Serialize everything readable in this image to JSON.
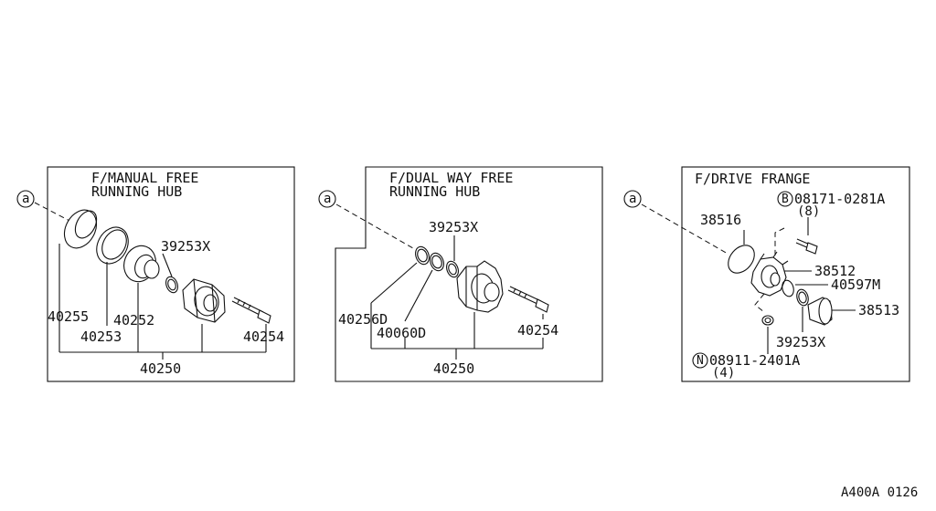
{
  "panels": {
    "manual": {
      "title_line1": "F/MANUAL FREE",
      "title_line2": "RUNNING HUB",
      "ref_marker": "a",
      "parts": {
        "p40255": "40255",
        "p40253": "40253",
        "p40252": "40252",
        "p39253x": "39253X",
        "p40254": "40254",
        "p40250": "40250"
      }
    },
    "dual": {
      "title_line1": "F/DUAL WAY FREE",
      "title_line2": "RUNNING HUB",
      "ref_marker": "a",
      "parts": {
        "p39253x": "39253X",
        "p40256d": "40256D",
        "p40060d": "40060D",
        "p40254": "40254",
        "p40250": "40250"
      }
    },
    "flange": {
      "title_line1": "F/DRIVE FRANGE",
      "ref_marker": "a",
      "bolt_prefix": "B",
      "bolt_code": "08171-0281A",
      "bolt_qty": "(8)",
      "nut_prefix": "N",
      "nut_code": "08911-2401A",
      "nut_qty": "(4)",
      "parts": {
        "p38516": "38516",
        "p38512": "38512",
        "p40597m": "40597M",
        "p38513": "38513",
        "p39253x": "39253X"
      }
    }
  },
  "diagram_code": "A400A 0126"
}
